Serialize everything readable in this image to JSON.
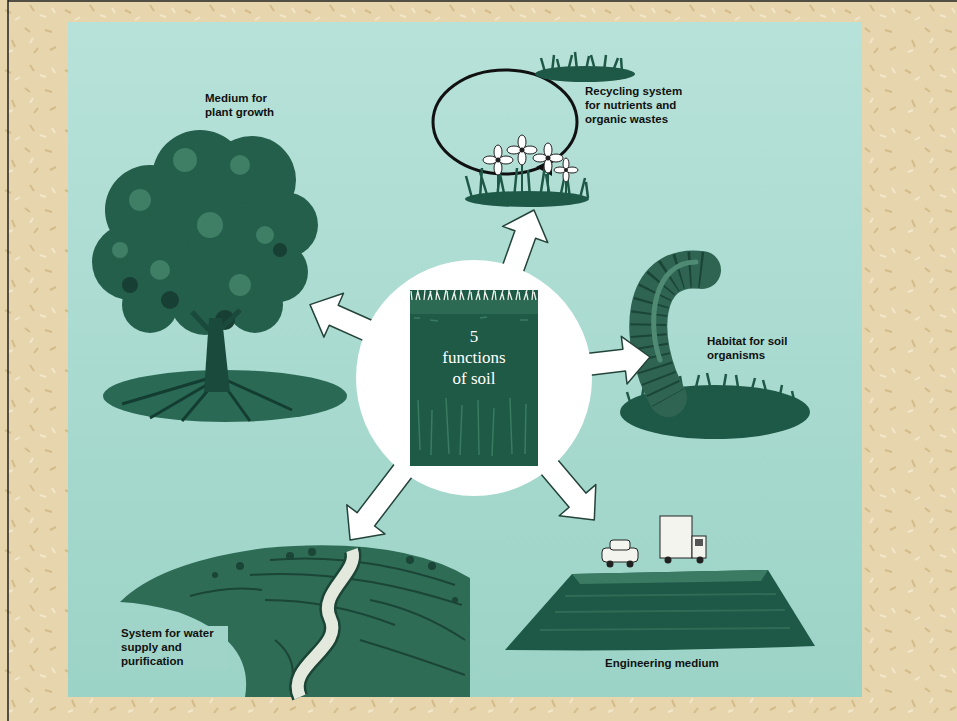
{
  "diagram": {
    "nodes": [
      {
        "text": [
          "5 functions of soil"
        ]
      },
      {
        "text": [
          "Recycling system for nutrients and organic wastes"
        ]
      },
      {
        "text": [
          "Habitat for soil organisms"
        ]
      },
      {
        "text": [
          "Engineering medium"
        ]
      },
      {
        "text": [
          "System for water supply and purification"
        ]
      },
      {
        "text": [
          "Medium for plant growth"
        ]
      }
    ],
    "edges": [
      {
        "from": 0,
        "to": 1,
        "arrow": "to"
      },
      {
        "from": 0,
        "to": 2,
        "arrow": "to"
      },
      {
        "from": 0,
        "to": 3,
        "arrow": "to"
      },
      {
        "from": 0,
        "to": 4,
        "arrow": "to"
      },
      {
        "from": 0,
        "to": 5,
        "arrow": "to"
      }
    ]
  }
}
